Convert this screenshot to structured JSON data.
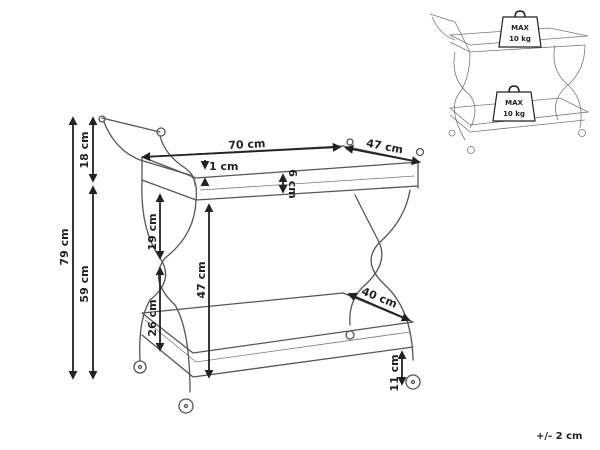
{
  "dimensions": {
    "total_height": "79 cm",
    "handle_height": "18 cm",
    "top_shelf_height": "59 cm",
    "upper_leg_section": "19 cm",
    "lower_leg_section": "26 cm",
    "shelf_gap": "47 cm",
    "width": "70 cm",
    "depth": "47 cm",
    "shelf_thickness": "1 cm",
    "rim_height": "6 cm",
    "lower_shelf_depth": "40 cm",
    "ground_clearance": "11 cm"
  },
  "tolerance": "+/- 2 cm",
  "load": {
    "top": {
      "line1": "MAX",
      "line2": "10 kg"
    },
    "bottom": {
      "line1": "MAX",
      "line2": "10 kg"
    }
  }
}
